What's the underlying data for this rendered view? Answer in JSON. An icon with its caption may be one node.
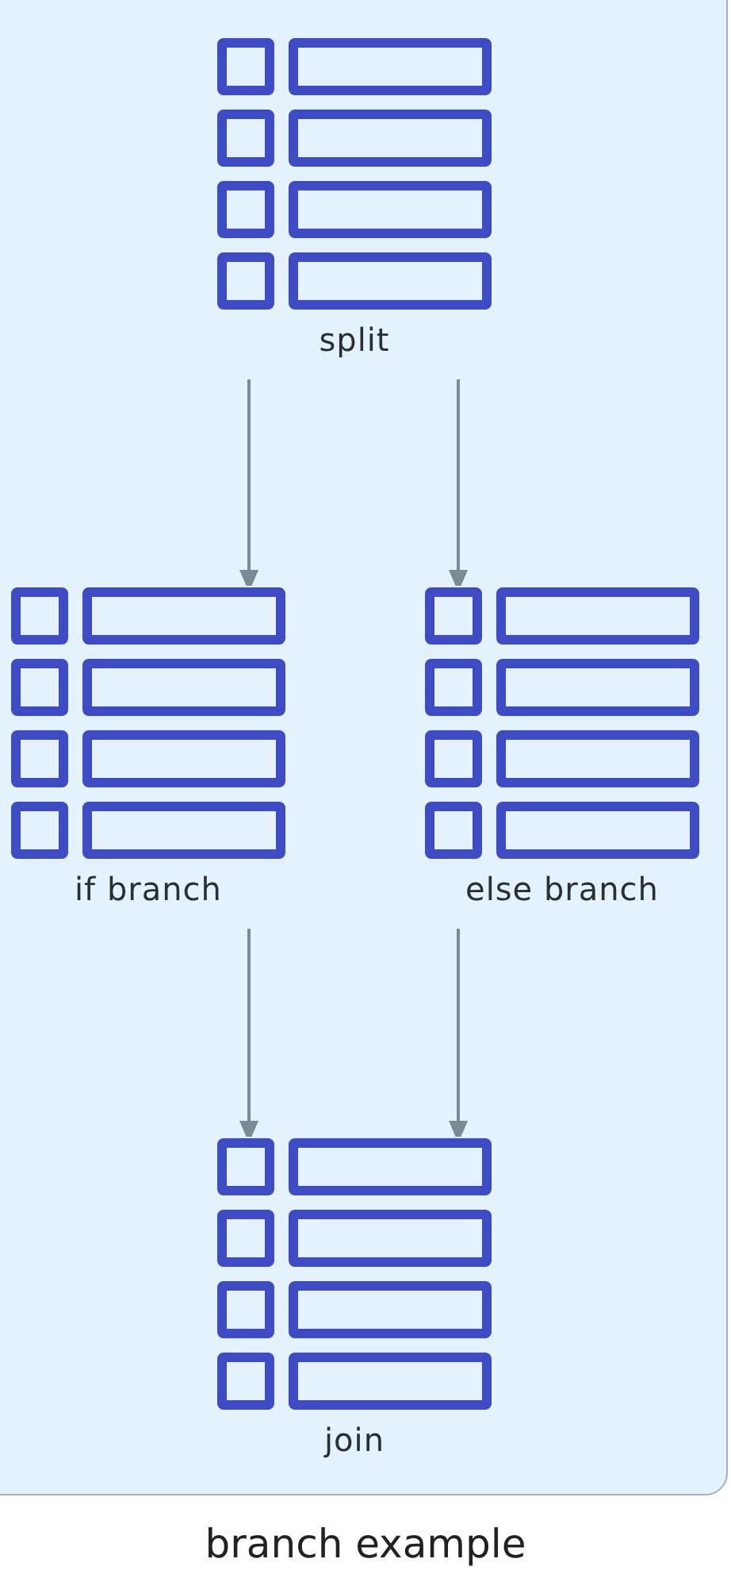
{
  "diagram": {
    "title": "branch example",
    "nodes": [
      {
        "text": [
          "split"
        ]
      },
      {
        "text": [
          "if branch"
        ]
      },
      {
        "text": [
          "else branch"
        ]
      },
      {
        "text": [
          "join"
        ]
      }
    ],
    "edges": [
      {
        "from": 0,
        "to": 1,
        "arrow": "to"
      },
      {
        "from": 0,
        "to": 2,
        "arrow": "to"
      },
      {
        "from": 1,
        "to": 3,
        "arrow": "to"
      },
      {
        "from": 2,
        "to": 3,
        "arrow": "to"
      }
    ]
  }
}
